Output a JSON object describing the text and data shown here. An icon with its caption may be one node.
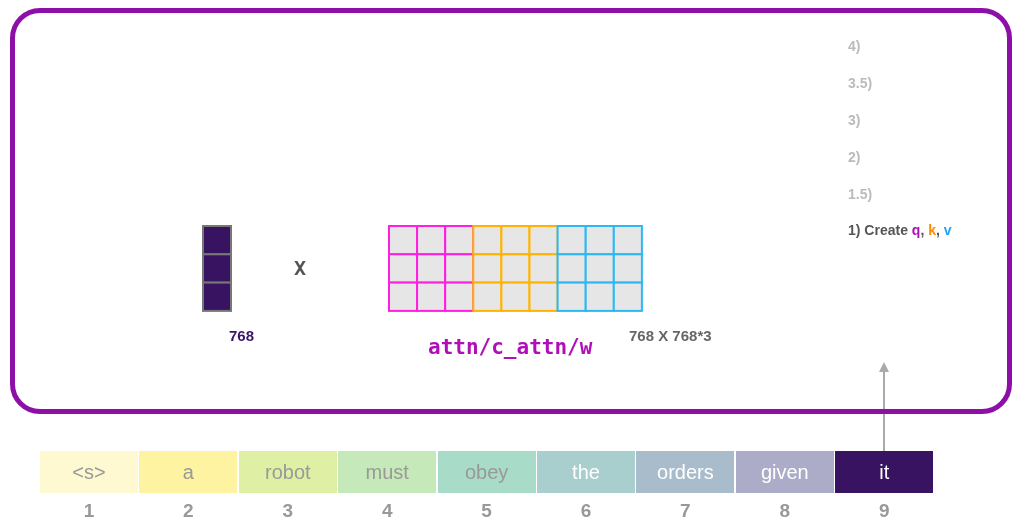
{
  "diagram": {
    "nodes": [
      {
        "text": [],
        "shape": "box"
      },
      {
        "text": [
          "<s>"
        ],
        "beside": [
          "1"
        ]
      },
      {
        "text": [
          "a"
        ],
        "beside": [
          "2"
        ]
      },
      {
        "text": [
          "robot"
        ],
        "beside": [
          "3"
        ]
      },
      {
        "text": [
          "must"
        ],
        "beside": [
          "4"
        ]
      },
      {
        "text": [
          "obey"
        ],
        "beside": [
          "5"
        ]
      },
      {
        "text": [
          "the"
        ],
        "beside": [
          "6"
        ]
      },
      {
        "text": [
          "orders"
        ],
        "beside": [
          "7"
        ]
      },
      {
        "text": [
          "given"
        ],
        "beside": [
          "8"
        ]
      },
      {
        "text": [
          "it"
        ],
        "beside": [
          "9"
        ]
      }
    ],
    "edges": [
      {
        "from": 9,
        "to": 0,
        "arrow": "to"
      }
    ],
    "labels": [
      "4)",
      "3.5)",
      "3)",
      "2)",
      "1.5)",
      "1) Create **q**, **k**, **v**",
      "X",
      "768",
      "attn/c_attn/w",
      "768 X 768*3"
    ]
  }
}
